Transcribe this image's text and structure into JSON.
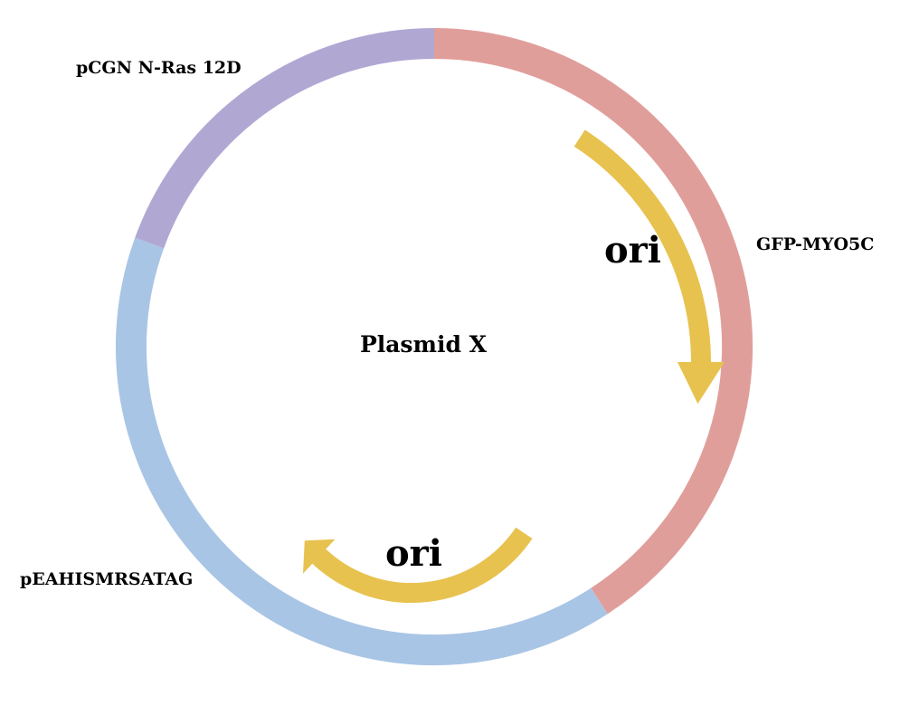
{
  "plasmid": {
    "name": "Plasmid X"
  },
  "segments": [
    {
      "label": "GFP-MYO5C",
      "color": "#e09e9b"
    },
    {
      "label": "pEAHISMRSATAG",
      "color": "#a9c5e5"
    },
    {
      "label": "pCGN N-Ras 12D",
      "color": "#b1a7d3"
    }
  ],
  "features": [
    {
      "label": "ori",
      "color": "#e8c24f"
    },
    {
      "label": "ori",
      "color": "#e8c24f"
    }
  ]
}
